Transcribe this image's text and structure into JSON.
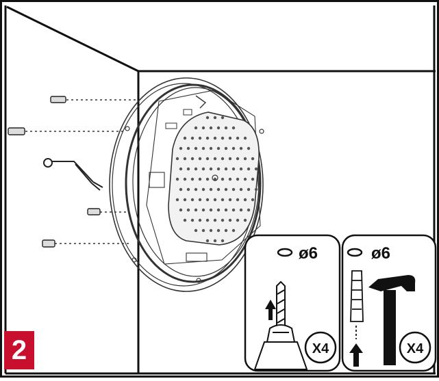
{
  "step": {
    "number": "2",
    "badge_color": "#c8102e"
  },
  "panel_drill": {
    "diameter_label": "ø6",
    "quantity_label": "X4",
    "icons": [
      "washer-icon",
      "drill-bit-icon",
      "drill-icon",
      "up-arrow-icon"
    ]
  },
  "panel_anchor": {
    "diameter_label": "ø6",
    "quantity_label": "X4",
    "icons": [
      "washer-icon",
      "wall-plug-icon",
      "hammer-icon",
      "up-arrow-icon"
    ]
  },
  "colors": {
    "line": "#111111",
    "accent": "#c8102e",
    "light_line": "#777777"
  }
}
